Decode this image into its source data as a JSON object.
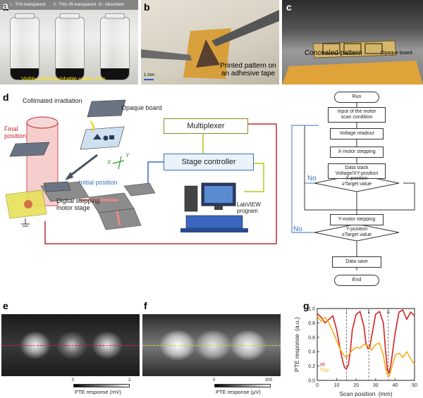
{
  "panels": {
    "a": {
      "label": "a",
      "vial_labels": [
        "i : THz-transparent",
        "ii : THz–IR-transparent",
        "iii : Absorbent"
      ],
      "caption": "Visibly indistinguishable carbon inks"
    },
    "b": {
      "label": "b",
      "scale": "1 mm",
      "caption_line1": "Printed pattern on",
      "caption_line2": "an adhesive tape"
    },
    "c": {
      "label": "c",
      "caption_left": "Concealed pattern",
      "caption_right": "Opaque board"
    },
    "d": {
      "label": "d",
      "collimated": "Collimated irradiation",
      "opaque_board": "Opaque board",
      "final_position_1": "Final",
      "final_position_2": "position",
      "initial_position": "Initial position",
      "stage_label_1": "Digital stepping",
      "stage_label_2": "motor stage",
      "multiplexer": "Multiplexer",
      "stage_controller": "Stage controller",
      "labview_1": "LabVIEW",
      "labview_2": "program",
      "axis_x": "X",
      "axis_y": "Y"
    },
    "flow": {
      "run": "Run",
      "input_1": "Input of the motor",
      "input_2": "scan condition",
      "voltage": "Voltage readout",
      "xmotor": "X-motor stepping",
      "stack_1": "Data stack",
      "stack_2": "Voltage/XY-position",
      "xpos_1": "X-position",
      "xpos_2": "≥Target value",
      "ymotor": "Y-motor stepping",
      "ypos_1": "Y-position",
      "ypos_2": "≥Target value",
      "save": "Data save",
      "end": "End",
      "no1": "No",
      "no2": "No"
    },
    "e": {
      "label": "e",
      "cb_min": "0",
      "cb_max": "2",
      "cb_label": "PTE response (mV)"
    },
    "f": {
      "label": "f",
      "cb_min": "0",
      "cb_max": "300",
      "cb_label": "PTE response (μV)"
    },
    "g": {
      "label": "g"
    }
  },
  "colors": {
    "ir": "#d62020",
    "thz": "#f0b21a",
    "frame": "#c0282d",
    "arrow_blue": "#3a70c0",
    "arrow_green": "#b6c81c"
  },
  "chart_data": {
    "type": "line",
    "xlabel": "Scan position (mm)",
    "ylabel": "PTE response (a.u.)",
    "xlim": [
      0,
      50
    ],
    "ylim": [
      0,
      1.0
    ],
    "xticks": [
      0,
      10,
      20,
      30,
      40,
      50
    ],
    "yticks": [
      0.0,
      0.2,
      0.4,
      0.6,
      0.8,
      1.0
    ],
    "markers": [
      {
        "label": "i",
        "x": 15
      },
      {
        "label": "ii",
        "x": 26.5
      },
      {
        "label": "iii",
        "x": 36.5
      }
    ],
    "series": [
      {
        "name": "IR",
        "x": [
          0,
          2,
          4,
          6,
          8,
          10,
          12,
          13,
          14,
          15,
          16,
          17,
          18,
          20,
          22,
          24,
          25,
          26,
          27,
          28,
          30,
          32,
          34,
          35,
          36,
          37,
          38,
          40,
          42,
          44,
          46,
          48,
          50
        ],
        "y": [
          0.93,
          0.88,
          0.8,
          0.85,
          0.9,
          0.7,
          0.4,
          0.28,
          0.18,
          0.16,
          0.22,
          0.4,
          0.7,
          0.92,
          0.96,
          0.75,
          0.52,
          0.44,
          0.46,
          0.62,
          0.92,
          0.96,
          0.8,
          0.45,
          0.15,
          0.1,
          0.25,
          0.65,
          0.95,
          0.98,
          0.85,
          0.95,
          0.9
        ]
      },
      {
        "name": "THz",
        "x": [
          0,
          2,
          4,
          6,
          8,
          10,
          12,
          14,
          15,
          16,
          18,
          20,
          22,
          24,
          26,
          28,
          30,
          32,
          34,
          35,
          36,
          37,
          38,
          40,
          42,
          44,
          46,
          48,
          50
        ],
        "y": [
          0.9,
          0.82,
          0.88,
          0.8,
          0.68,
          0.55,
          0.42,
          0.34,
          0.32,
          0.35,
          0.42,
          0.46,
          0.45,
          0.5,
          0.48,
          0.42,
          0.5,
          0.52,
          0.35,
          0.18,
          0.08,
          0.06,
          0.15,
          0.35,
          0.38,
          0.32,
          0.4,
          0.3,
          0.22
        ]
      }
    ]
  }
}
